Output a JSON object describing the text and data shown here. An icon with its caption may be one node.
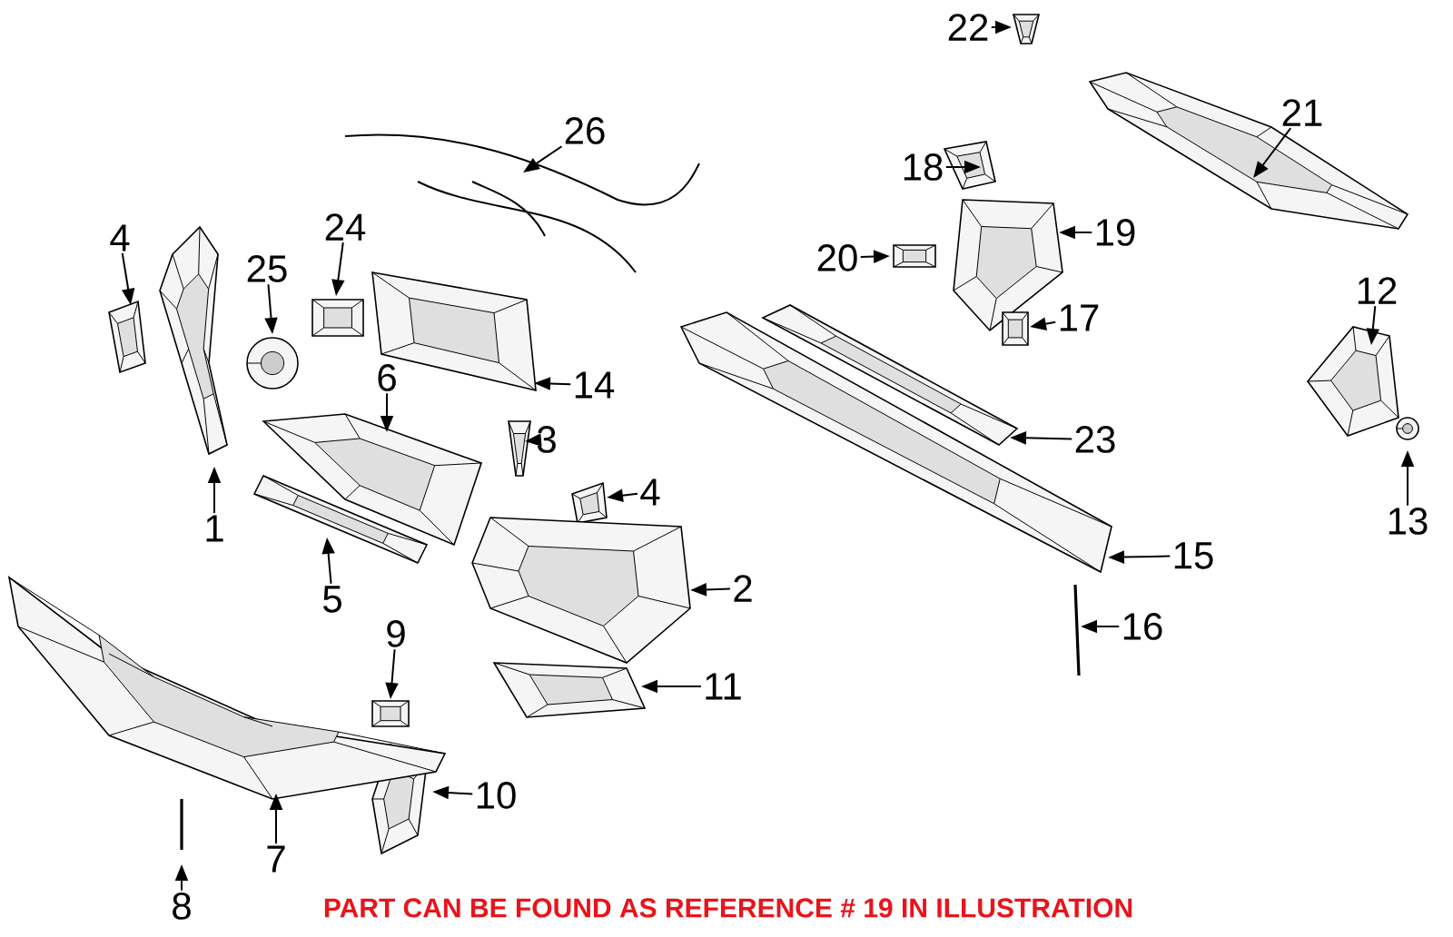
{
  "diagram": {
    "caption": "PART CAN BE FOUND AS REFERENCE # 19 IN ILLUSTRATION",
    "nodes": [
      {
        "text": [
          "22"
        ]
      },
      {
        "text": [
          "21"
        ]
      },
      {
        "text": [
          "26"
        ]
      },
      {
        "text": [
          "18"
        ]
      },
      {
        "text": [
          "24"
        ]
      },
      {
        "text": [
          "19"
        ]
      },
      {
        "text": [
          "4"
        ]
      },
      {
        "text": [
          "20"
        ]
      },
      {
        "text": [
          "25"
        ]
      },
      {
        "text": [
          "12"
        ]
      },
      {
        "text": [
          "17"
        ]
      },
      {
        "text": [
          "6"
        ]
      },
      {
        "text": [
          "14"
        ]
      },
      {
        "text": [
          "3"
        ]
      },
      {
        "text": [
          "23"
        ]
      },
      {
        "text": [
          "4"
        ]
      },
      {
        "text": [
          "13"
        ]
      },
      {
        "text": [
          "1"
        ]
      },
      {
        "text": [
          "15"
        ]
      },
      {
        "text": [
          "2"
        ]
      },
      {
        "text": [
          "5"
        ]
      },
      {
        "text": [
          "16"
        ]
      },
      {
        "text": [
          "9"
        ]
      },
      {
        "text": [
          "11"
        ]
      },
      {
        "text": [
          "10"
        ]
      },
      {
        "text": [
          "7"
        ]
      },
      {
        "text": [
          "8"
        ]
      },
      {
        "text": [],
        "shape": "picture"
      },
      {
        "text": [],
        "shape": "picture"
      },
      {
        "text": [],
        "shape": "picture"
      },
      {
        "text": [],
        "shape": "picture"
      },
      {
        "text": [],
        "shape": "picture"
      },
      {
        "text": [],
        "shape": "picture"
      },
      {
        "text": [],
        "shape": "picture"
      },
      {
        "text": [],
        "shape": "picture"
      },
      {
        "text": [],
        "shape": "picture"
      },
      {
        "text": [],
        "shape": "picture"
      },
      {
        "text": [],
        "shape": "picture"
      },
      {
        "text": [],
        "shape": "picture"
      },
      {
        "text": [],
        "shape": "picture"
      },
      {
        "text": [],
        "shape": "picture"
      },
      {
        "text": [],
        "shape": "picture"
      },
      {
        "text": [],
        "shape": "picture"
      },
      {
        "text": [],
        "shape": "picture"
      },
      {
        "text": [],
        "shape": "picture"
      },
      {
        "text": [],
        "shape": "picture"
      },
      {
        "text": [],
        "shape": "picture"
      },
      {
        "text": [],
        "shape": "picture"
      },
      {
        "text": [],
        "shape": "picture"
      },
      {
        "text": [],
        "shape": "picture"
      },
      {
        "text": [],
        "shape": "picture"
      },
      {
        "text": [],
        "shape": "picture"
      },
      {
        "text": [],
        "shape": "picture"
      },
      {
        "text": [],
        "shape": "picture"
      }
    ],
    "edges": [
      {
        "from": 0,
        "to": 27,
        "arrow": "to"
      },
      {
        "from": 1,
        "to": 28,
        "arrow": "to"
      },
      {
        "from": 2,
        "to": 29,
        "arrow": "to"
      },
      {
        "from": 3,
        "to": 30,
        "arrow": "to"
      },
      {
        "from": 4,
        "to": 31,
        "arrow": "to"
      },
      {
        "from": 5,
        "to": 32,
        "arrow": "to"
      },
      {
        "from": 6,
        "to": 33,
        "arrow": "to"
      },
      {
        "from": 7,
        "to": 34,
        "arrow": "to"
      },
      {
        "from": 8,
        "to": 35,
        "arrow": "to"
      },
      {
        "from": 9,
        "to": 36,
        "arrow": "to"
      },
      {
        "from": 10,
        "to": 37,
        "arrow": "to"
      },
      {
        "from": 11,
        "to": 38,
        "arrow": "to"
      },
      {
        "from": 12,
        "to": 39,
        "arrow": "to"
      },
      {
        "from": 13,
        "to": 40,
        "arrow": "to"
      },
      {
        "from": 14,
        "to": 41,
        "arrow": "to"
      },
      {
        "from": 15,
        "to": 42,
        "arrow": "to"
      },
      {
        "from": 16,
        "to": 43,
        "arrow": "to"
      },
      {
        "from": 17,
        "to": 44,
        "arrow": "to"
      },
      {
        "from": 18,
        "to": 45,
        "arrow": "to"
      },
      {
        "from": 19,
        "to": 46,
        "arrow": "to"
      },
      {
        "from": 20,
        "to": 47,
        "arrow": "to"
      },
      {
        "from": 21,
        "to": 48,
        "arrow": "to"
      },
      {
        "from": 22,
        "to": 49,
        "arrow": "to"
      },
      {
        "from": 23,
        "to": 50,
        "arrow": "to"
      },
      {
        "from": 24,
        "to": 51,
        "arrow": "to"
      },
      {
        "from": 25,
        "to": 52,
        "arrow": "to"
      },
      {
        "from": 26,
        "to": 53,
        "arrow": "to"
      }
    ]
  }
}
